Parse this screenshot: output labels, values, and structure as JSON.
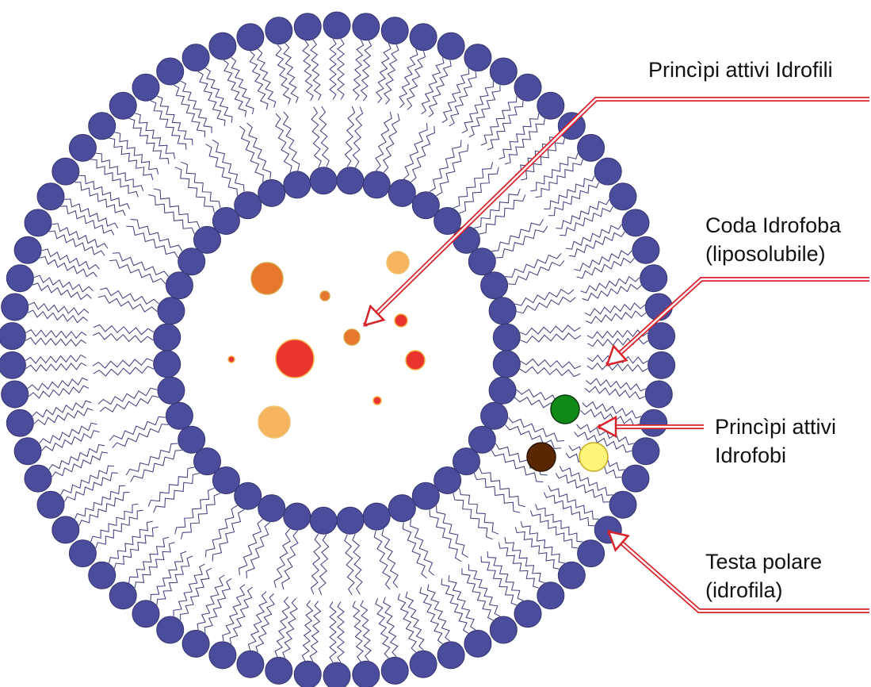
{
  "labels": {
    "hydrophilic_actives": "Princìpi attivi Idrofili",
    "hydrophobic_tail_line1": "Coda Idrofoba",
    "hydrophobic_tail_line2": "(liposolubile)",
    "hydrophobic_actives_line1": "Princìpi attivi",
    "hydrophobic_actives_line2": "Idrofobi",
    "polar_head_line1": "Testa polare",
    "polar_head_line2": "(idrofila)"
  },
  "colors": {
    "lipid_head": "#4c4c9c",
    "lipid_head_stroke": "#34346e",
    "lipid_tail": "#3a3a7a",
    "arrow": "#d8232a",
    "hydrophilic_orange": "#e8772e",
    "hydrophilic_light_orange": "#f7b45e",
    "hydrophilic_red": "#e8332e",
    "hydrophobic_green": "#0f8a17",
    "hydrophobic_brown": "#5a2800",
    "hydrophobic_yellow": "#fff57a"
  },
  "structure": {
    "outer_head_count": 70,
    "inner_head_count": 40
  }
}
